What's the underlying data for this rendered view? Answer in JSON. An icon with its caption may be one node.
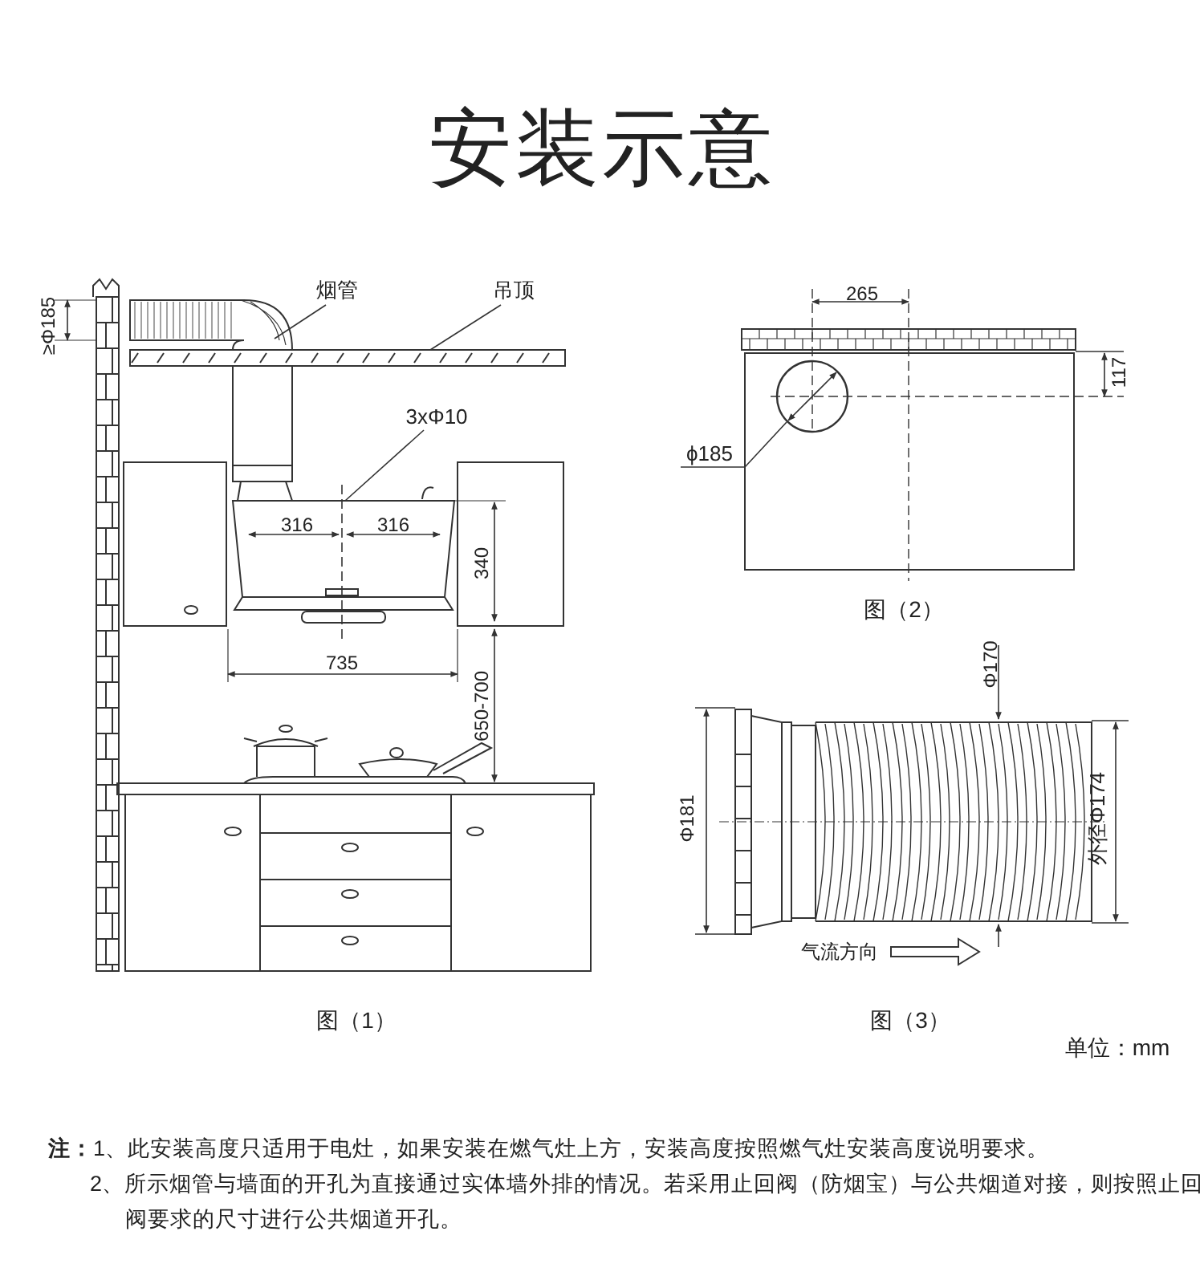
{
  "diagram": {
    "title": "安装示意",
    "nodes": [
      {
        "text": [
          "烟管"
        ]
      },
      {
        "text": [],
        "shape": "pipe"
      },
      {
        "text": [
          "吊顶"
        ]
      },
      {
        "text": [],
        "shape": "bar"
      },
      {
        "text": [
          "3xΦ10"
        ]
      },
      {
        "text": [
          "ϕ185"
        ]
      },
      {
        "text": [],
        "shape": "circle"
      }
    ],
    "edges": [
      {
        "from": 0,
        "to": 1,
        "arrow": "none"
      },
      {
        "from": 2,
        "to": 3,
        "arrow": "none"
      },
      {
        "from": 4,
        "to": null,
        "arrow": "none"
      },
      {
        "from": 5,
        "to": 6,
        "arrow": "none"
      }
    ],
    "labels": [
      "≥Φ185",
      "316",
      "316",
      "340",
      "735",
      "650-700",
      "265",
      "117",
      "图（2）",
      "Φ170",
      "Φ181",
      "外径Φ174",
      "气流方向",
      "图（1）",
      "图（3）",
      "单位：mm",
      "**注：**1、此安装高度只适用于电灶，如果安装在燃气灶上方，安装高度按照燃气灶安装高度说明要求。",
      "2、所示烟管与墙面的开孔为直接通过实体墙外排的情况。若采用止回阀（防烟宝）与公共烟道对接，则按照止回阀要求的尺寸进行公共烟道开孔。"
    ]
  }
}
